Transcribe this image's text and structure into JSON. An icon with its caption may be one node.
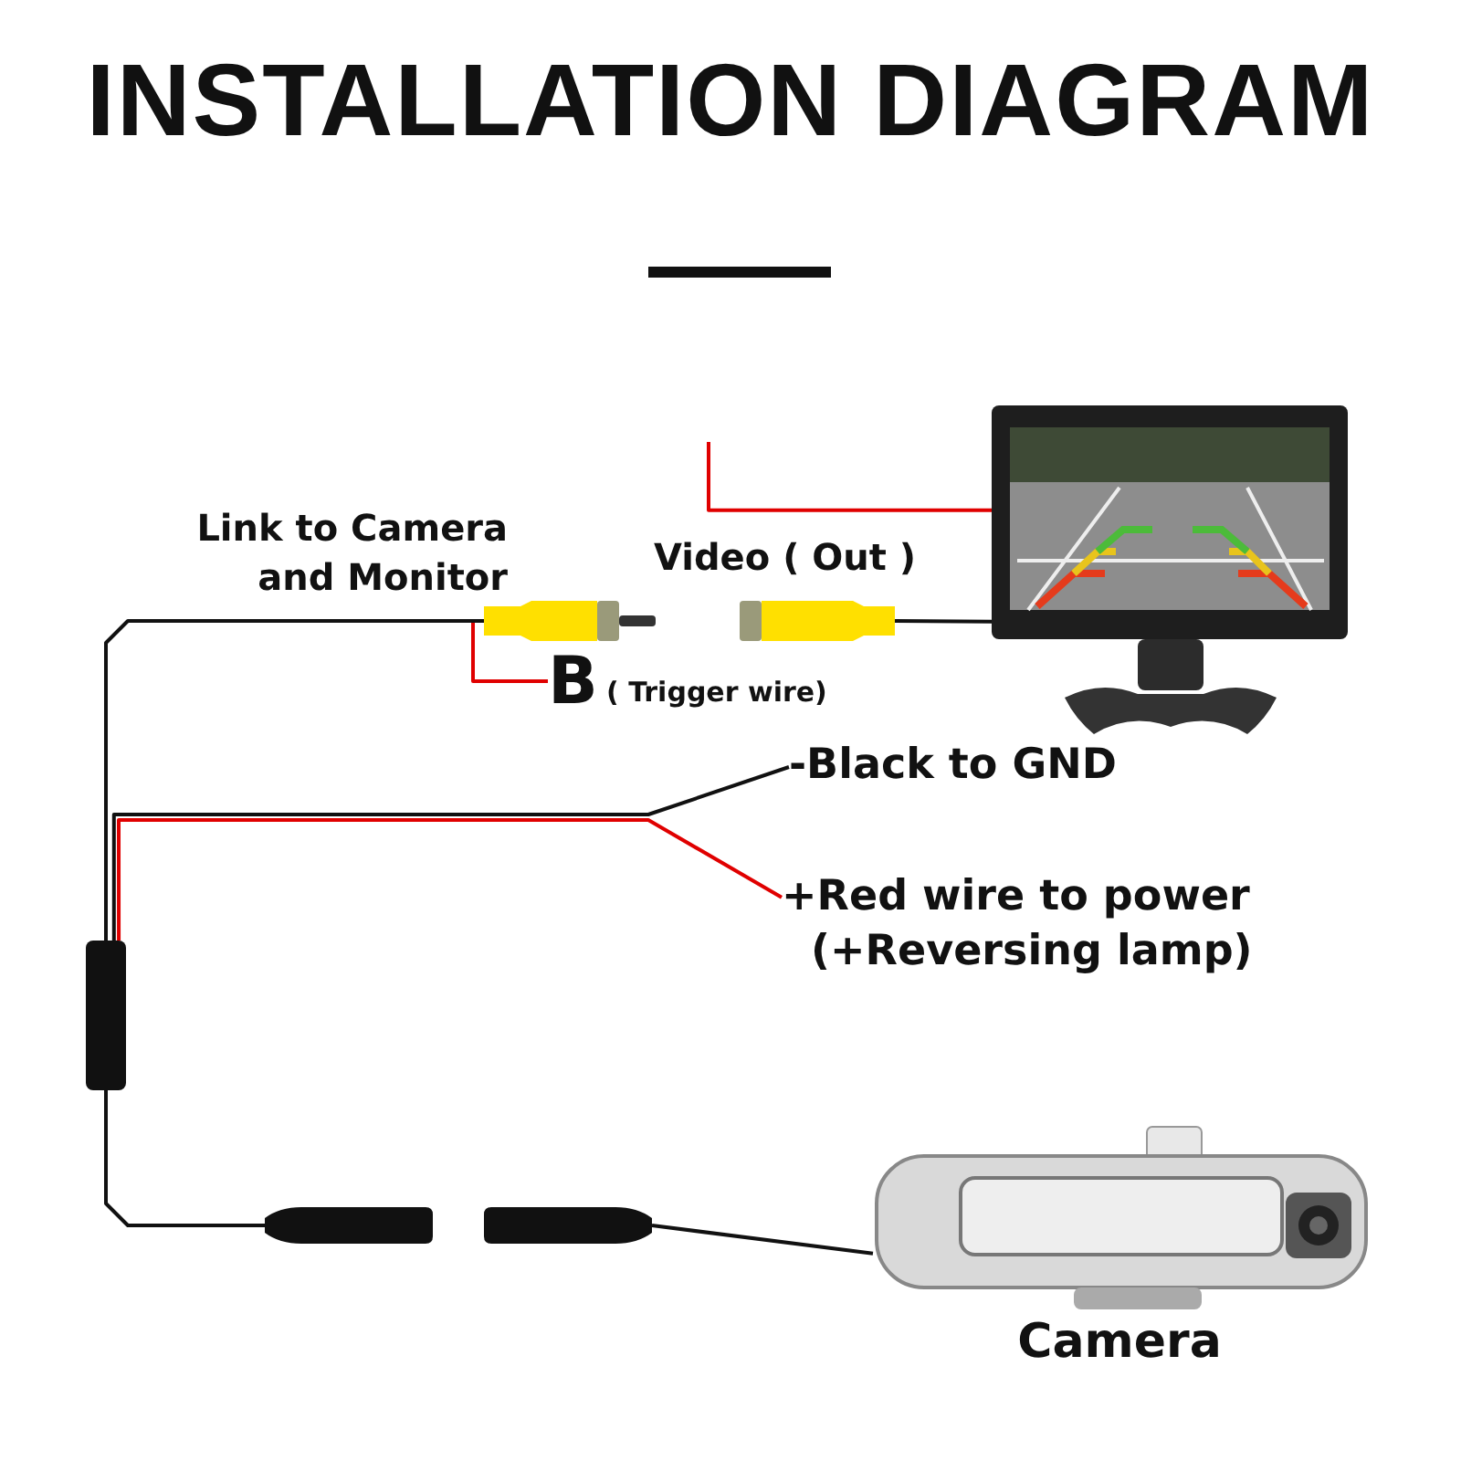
{
  "diagram": {
    "title": "INSTALLATION DIAGRAM",
    "nodes": [
      {
        "text": [],
        "shape": "picture"
      },
      {
        "text": [],
        "shape": "box"
      },
      {
        "text": [],
        "shape": "box"
      },
      {
        "text": [
          "B",
          "( Trigger wire)"
        ]
      },
      {
        "text": [
          "-Black to GND"
        ]
      },
      {
        "text": [
          "+Red wire to power",
          "(+Reversing lamp)"
        ]
      },
      {
        "text": [],
        "shape": "bar"
      },
      {
        "text": [],
        "shape": "bar"
      },
      {
        "text": [],
        "shape": "bar"
      },
      {
        "text": [],
        "shape": "picture",
        "beside": [
          "Camera"
        ]
      }
    ],
    "edges": [
      {
        "from": 2,
        "to": 0,
        "arrow": "none"
      },
      {
        "from": 0,
        "to": null,
        "arrow": "none",
        "color": "#e00000"
      },
      {
        "from": 1,
        "to": 3,
        "arrow": "none",
        "color": "#e00000"
      },
      {
        "from": 1,
        "to": 6,
        "arrow": "none"
      },
      {
        "from": 6,
        "to": 4,
        "arrow": "none"
      },
      {
        "from": 6,
        "to": 5,
        "arrow": "none",
        "color": "#e00000"
      },
      {
        "from": 6,
        "to": 7,
        "arrow": "none"
      },
      {
        "from": 8,
        "to": 9,
        "arrow": "none"
      }
    ],
    "labels": [
      "Link to Camera and Monitor",
      "Video ( Out )"
    ]
  }
}
